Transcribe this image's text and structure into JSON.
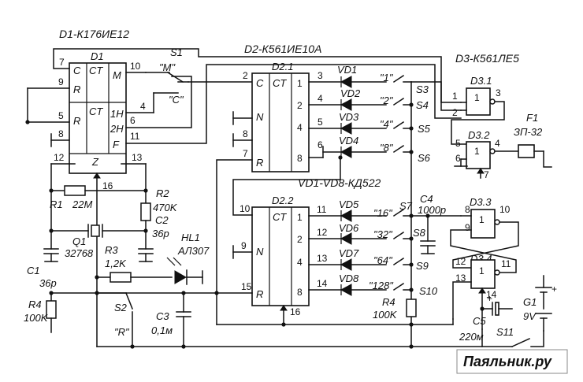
{
  "title_d1": "D1-К176ИЕ12",
  "title_d2": "D2-К561ИЕ10А",
  "title_d3": "D3-К561ЛЕ5",
  "title_vd": "VD1-VD8-КД522",
  "watermark": "Паяльник.ру",
  "d1": {
    "name": "D1",
    "ct": "CT",
    "p_c": "C",
    "p_r": "R",
    "p_r2": "R",
    "p_m": "M",
    "p_1h": "1H",
    "p_2h": "2H",
    "p_f": "F",
    "p_z": "Z",
    "n7": "7",
    "n9": "9",
    "n5": "5",
    "n8": "8",
    "n12": "12",
    "n13": "13",
    "n10": "10",
    "n4": "4",
    "n6": "6",
    "n11": "11",
    "n16": "16"
  },
  "d21": {
    "name": "D2.1",
    "ct": "CT",
    "p_c": "C",
    "p_n": "N",
    "p_r": "R",
    "n2": "2",
    "n8": "8",
    "n7": "7",
    "o3": "3",
    "o4": "4",
    "o5": "5",
    "o6": "6",
    "q1": "1",
    "q2": "2",
    "q4": "4",
    "q8": "8"
  },
  "d22": {
    "name": "D2.2",
    "ct": "CT",
    "p_n": "N",
    "p_r": "R",
    "n10": "10",
    "n9": "9",
    "n15": "15",
    "o11": "11",
    "o12": "12",
    "o13": "13",
    "o14": "14",
    "q1": "1",
    "q2": "2",
    "q4": "4",
    "q8": "8",
    "n16": "16"
  },
  "d31": {
    "name": "D3.1",
    "n1": "1",
    "n2": "2",
    "n3": "3"
  },
  "d32": {
    "name": "D3.2",
    "n5": "5",
    "n6": "6",
    "n4": "4",
    "n7": "7"
  },
  "d33": {
    "name": "D3.3",
    "n8": "8",
    "n9": "9",
    "n10": "10"
  },
  "d34": {
    "name": "D3.4",
    "n12": "12",
    "n13": "13",
    "n11": "11",
    "n14": "14"
  },
  "s1": {
    "name": "S1",
    "m": "\"M\"",
    "c": "\"C\""
  },
  "diodes": [
    "VD1",
    "VD2",
    "VD3",
    "VD4",
    "VD5",
    "VD6",
    "VD7",
    "VD8"
  ],
  "weights": [
    "\"1\"",
    "\"2\"",
    "\"4\"",
    "\"8\"",
    "\"16\"",
    "\"32\"",
    "\"64\"",
    "\"128\""
  ],
  "switches": [
    "S3",
    "S4",
    "S5",
    "S6",
    "S7",
    "S8",
    "S9",
    "S10",
    "S11"
  ],
  "f1": {
    "name": "F1",
    "type": "ЗП-32"
  },
  "r1": {
    "name": "R1",
    "value": "22M"
  },
  "r2": {
    "name": "R2",
    "value": "470K"
  },
  "r3": {
    "name": "R3",
    "value": "1,2K"
  },
  "r4a": {
    "name": "R4",
    "value": "100K"
  },
  "r4b": {
    "name": "R4",
    "value": "100K"
  },
  "c1": {
    "name": "C1",
    "value": "36p"
  },
  "c2": {
    "name": "C2",
    "value": "36p"
  },
  "c3": {
    "name": "C3",
    "value": "0,1м"
  },
  "c4": {
    "name": "C4",
    "value": "1000p"
  },
  "c5": {
    "name": "C5",
    "value": "220м"
  },
  "q1": {
    "name": "Q1",
    "value": "32768"
  },
  "hl1": {
    "name": "HL1",
    "type": "АЛ307"
  },
  "s2": {
    "name": "S2",
    "label": "\"R\""
  },
  "g1": {
    "name": "G1",
    "value": "9V"
  }
}
